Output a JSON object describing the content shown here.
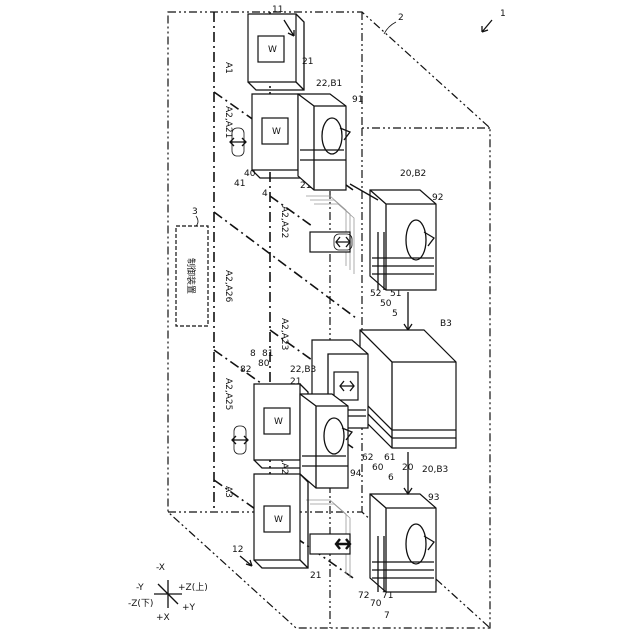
{
  "figure_number": "1",
  "controller_label": "制御装置",
  "ref": {
    "system": "2",
    "controller": "3",
    "r4": "4",
    "r5": "5",
    "r6": "6",
    "r7": "7",
    "r8": "8",
    "port11": "11",
    "port12": "12",
    "r20": "20",
    "r21": "21",
    "r40": "40",
    "r41": "41",
    "r50": "50",
    "r51": "51",
    "r52": "52",
    "r60": "60",
    "r61": "61",
    "r62": "62",
    "r70": "70",
    "r71": "71",
    "r72": "72",
    "r80": "80",
    "r81": "81",
    "r82": "82",
    "r91": "91",
    "r92": "92",
    "r93": "93",
    "r94": "94"
  },
  "areas": {
    "a1": "A1",
    "a3": "A3",
    "a21": "A2,A21",
    "a22": "A2,A22",
    "a23": "A2,A23",
    "a24": "A2,A24",
    "a25": "A2,A25",
    "a26": "A2,A26"
  },
  "blocks": {
    "b1": "22,B1",
    "b2": "20,B2",
    "b3": "20,B3",
    "b3b": "22,B3",
    "b3top": "B3"
  },
  "wafer_label": "W",
  "axes": {
    "x_minus": "-X",
    "x_plus": "+X",
    "y_minus": "-Y",
    "y_plus": "+Y",
    "z_up": "+Z(上)",
    "z_down": "-Z(下)"
  }
}
